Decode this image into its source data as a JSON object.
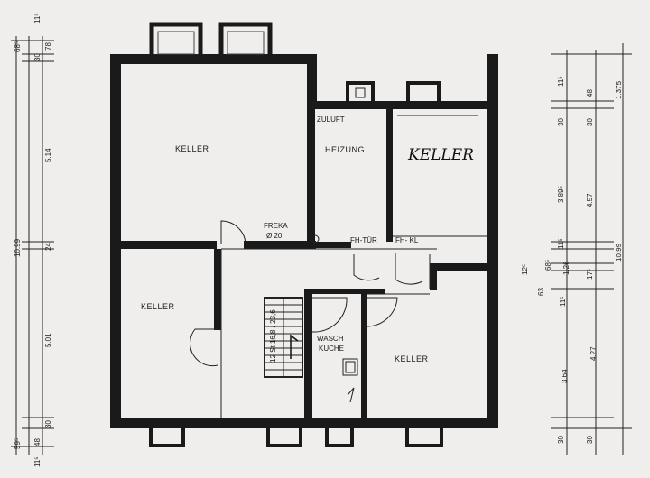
{
  "rooms": {
    "keller_top_left": "KELLER",
    "heizung": "HEIZUNG",
    "zuluft": "ZULUFT",
    "keller_handwritten": "KELLER",
    "keller_bottom_left": "KELLER",
    "keller_bottom_right": "KELLER",
    "wasch_line1": "WASCH",
    "wasch_line2": "KÜCHE",
    "freka_line1": "FREKA",
    "freka_line2": "Ø 20",
    "fh_tuer": "FH-TÜR",
    "fh_kl": "FH- KL",
    "stair_label": "12 St 16,8 / 23,6"
  },
  "dimensions_left": {
    "top_small": [
      "11⁵",
      "68⁵",
      "30",
      "78"
    ],
    "upper": "5.14",
    "overall": "10.99",
    "middle": "24",
    "lower": "5.01",
    "bottom_small": [
      "30",
      "48",
      "59⁵",
      "11⁵"
    ]
  },
  "dimensions_right": {
    "top_small": [
      "11⁵",
      "48",
      "30",
      "30",
      "1.375"
    ],
    "upper_a": "3.89⁵",
    "upper_b": "4.57",
    "overall": "10.99",
    "middle": [
      "11⁵",
      "68⁵",
      "12⁵",
      "63",
      "1.26",
      "11⁵",
      "17⁵"
    ],
    "lower_a": "3.64",
    "lower_b": "4.27",
    "bottom_small": [
      "30",
      "30"
    ]
  }
}
